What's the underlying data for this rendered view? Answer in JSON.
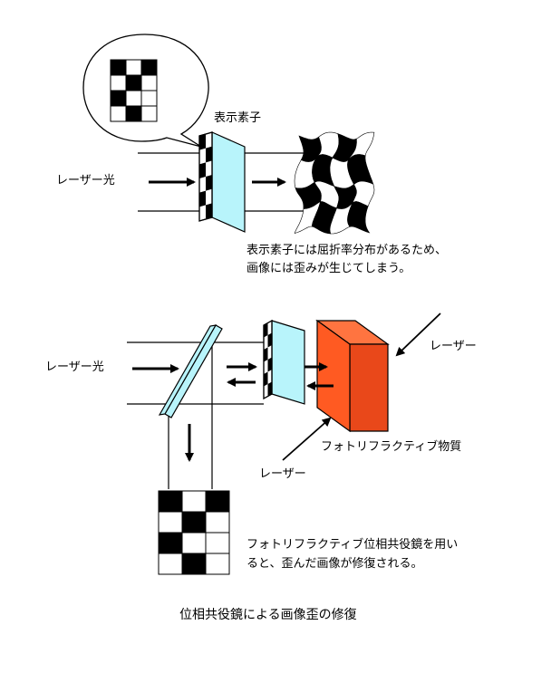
{
  "top": {
    "display_label": "表示素子",
    "laser_label": "レーザー光",
    "note_line1": "表示素子には屈折率分布があるため、",
    "note_line2": "画像には歪みが生じてしまう。"
  },
  "bottom": {
    "laser_label": "レーザー光",
    "laser_top_label": "レーザー",
    "material_label": "フォトリフラクティブ物質",
    "laser_bottom_label": "レーザー",
    "note_line1": "フォトリフラクティブ位相共役鏡を用い",
    "note_line2": "ると、歪んだ画像が修復される。"
  },
  "caption": "位相共役鏡による画像歪の修復",
  "colors": {
    "element_fill": "#b8f4fb",
    "crystal_front": "#ff5a22",
    "crystal_side": "#e9481a",
    "crystal_top": "#ff7440",
    "checker_dark": "#000000"
  }
}
